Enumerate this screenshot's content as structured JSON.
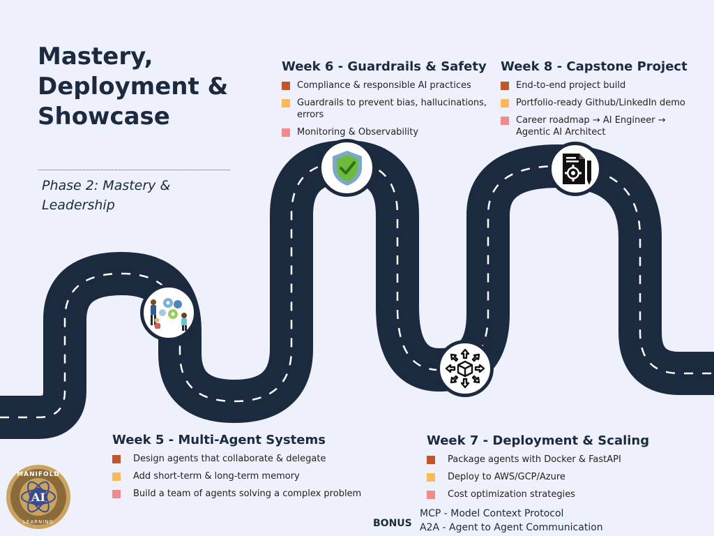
{
  "title": {
    "line1": "Mastery,",
    "line2": "Deployment &",
    "line3": "Showcase"
  },
  "phase": {
    "line1": "Phase 2: Mastery &",
    "line2": "Leadership"
  },
  "colors": {
    "road": "#1b2a3e",
    "bullet1": "#c0562a",
    "bullet2": "#fbb95a",
    "bullet3": "#f08a8c",
    "background": "#eef0fb"
  },
  "weeks": {
    "week5": {
      "title": "Week 5 - Multi-Agent Systems",
      "items": [
        "Design agents that collaborate & delegate",
        "Add short-term & long-term memory",
        "Build a team of agents solving a complex problem"
      ]
    },
    "week6": {
      "title": "Week 6 - Guardrails & Safety",
      "items": [
        "Compliance & responsible AI practices",
        "Guardrails to prevent bias, hallucinations, errors",
        "Monitoring & Observability"
      ]
    },
    "week7": {
      "title": "Week 7 - Deployment & Scaling",
      "items": [
        "Package agents with Docker & FastAPI",
        "Deploy to AWS/GCP/Azure",
        "Cost optimization strategies"
      ]
    },
    "week8": {
      "title": "Week 8 - Capstone Project",
      "items": [
        "End-to-end project build",
        "Portfolio-ready Github/LinkedIn demo",
        "Career roadmap → AI Engineer → Agentic AI Architect"
      ]
    }
  },
  "bonus": {
    "label": "BONUS",
    "items": [
      "MCP - Model Context Protocol",
      "A2A - Agent to Agent Communication"
    ]
  },
  "logo": {
    "top_text": "MANIFOLD",
    "center_text": "AI",
    "bottom_text": "LEARNING"
  },
  "icons": {
    "week5": "team-gears-icon",
    "week6": "shield-check-icon",
    "week7": "deploy-box-arrows-icon",
    "week8": "document-gear-icon"
  }
}
